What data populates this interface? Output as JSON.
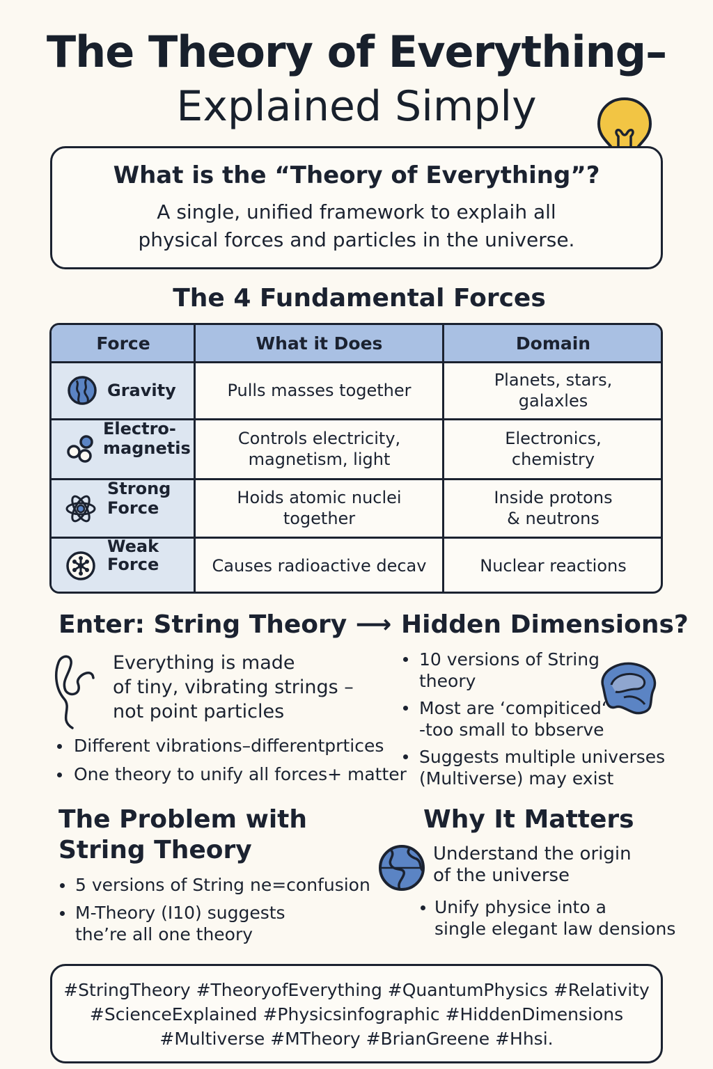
{
  "title": {
    "line1": "The Theory of Everything–",
    "line2": "Explained Simply"
  },
  "definition": {
    "heading": "What is the “Theory of Everything”?",
    "line1": "A single, unified framework to explaih all",
    "line2": "physical forces and particles in the universe."
  },
  "forces": {
    "heading": "The 4 Fundamental Forces",
    "columns": [
      "Force",
      "What it Does",
      "Domain"
    ],
    "rows": [
      {
        "force": [
          "Gravity"
        ],
        "does": [
          "Pulls masses together"
        ],
        "domain": [
          "Planets, stars,",
          "galaxles"
        ],
        "icon": "globe-icon"
      },
      {
        "force": [
          "Electro-",
          "magnetis"
        ],
        "does": [
          "Controls electricity,",
          "magnetism, light"
        ],
        "domain": [
          "Electronics,",
          "chemistry"
        ],
        "icon": "magnet-icon"
      },
      {
        "force": [
          "Strong",
          "Force"
        ],
        "does": [
          "Hoids atomic nuclei",
          "together"
        ],
        "domain": [
          "Inside protons",
          "& neutrons"
        ],
        "icon": "atom-icon"
      },
      {
        "force": [
          "Weak",
          "Force"
        ],
        "does": [
          "Causes radioactive decav"
        ],
        "domain": [
          "Nuclear reactions"
        ],
        "icon": "radiation-icon"
      }
    ]
  },
  "string_theory": {
    "heading": "Enter: String Theory ⟶",
    "intro": [
      "Everything is made",
      "of tiny, vibrating strings –",
      "not point particles"
    ],
    "bullets": [
      "Different vibrations–differentprtices",
      "One theory to unify all forces+ matter"
    ]
  },
  "hidden_dimensions": {
    "heading": "Hidden Dimensions?",
    "bullets": [
      [
        "10 versions of String",
        "theory"
      ],
      [
        "Most are ‘compiticed‘",
        "-too small to bbserve"
      ],
      [
        "Suggests multiple universes",
        "(Multiverse) may exist"
      ]
    ]
  },
  "problem": {
    "heading": [
      "The Problem with",
      "String Theory"
    ],
    "bullets": [
      [
        "5 versions of String ne=confusion"
      ],
      [
        "M-Theory (I10) suggests",
        "the’re all one theory"
      ]
    ]
  },
  "why": {
    "heading": "Why It Matters",
    "intro": [
      "Understand the origin",
      "of the universe"
    ],
    "bullets": [
      [
        "Unify physice into a",
        "single elegant law densions"
      ]
    ]
  },
  "hashtags": {
    "line1": "#StringTheory  #TheoryofEverything  #QuantumPhysics #Relativity",
    "line2": "#ScienceExplained  #Physicsinfographic  #HiddenDimensions",
    "line3": "#Multiverse  #MTheory  #BrianGreene  #Hhsi."
  },
  "colors": {
    "header_blue": "#a9c0e3",
    "force_cell": "#dde6f1",
    "icon_blue": "#5b84c4",
    "bulb_yellow": "#f2c544",
    "ink": "#1b2230",
    "background": "#fcf9f2"
  }
}
